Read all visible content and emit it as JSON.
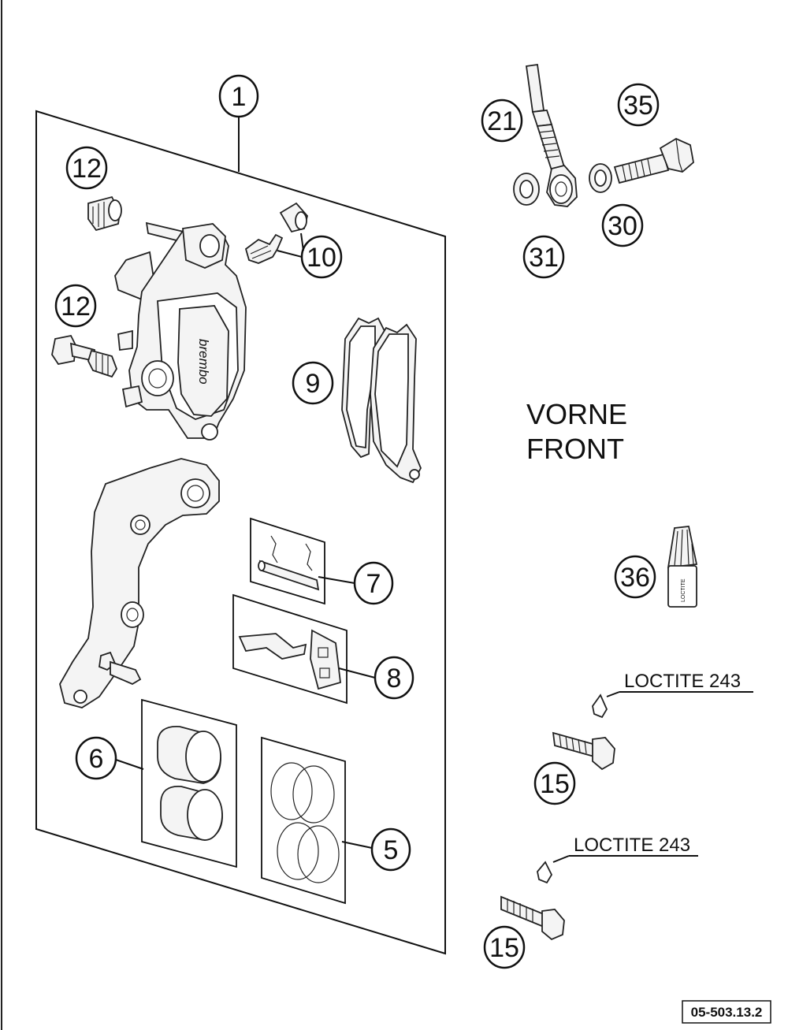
{
  "callouts": {
    "c1": "1",
    "c12a": "12",
    "c12b": "12",
    "c10": "10",
    "c9": "9",
    "c7": "7",
    "c8": "8",
    "c6": "6",
    "c5": "5",
    "c21": "21",
    "c35": "35",
    "c30": "30",
    "c31": "31",
    "c36": "36",
    "c15a": "15",
    "c15b": "15"
  },
  "labels": {
    "vorne": "VORNE",
    "front": "FRONT",
    "loctite_a": "LOCTITE 243",
    "loctite_b": "LOCTITE 243",
    "brand": "brembo",
    "bottle": "LOCTITE"
  },
  "figure_code": "05-503.13.2"
}
